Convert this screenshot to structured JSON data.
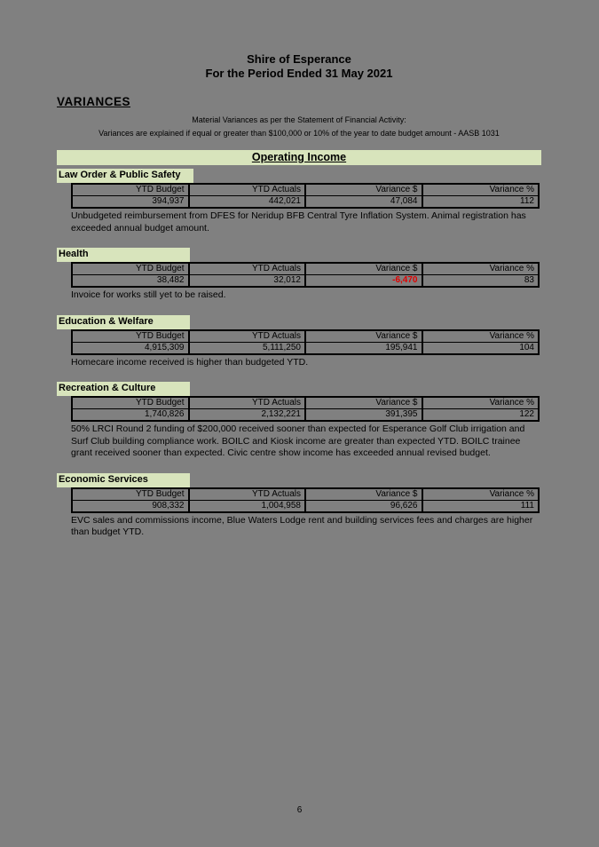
{
  "document": {
    "title": "Shire of Esperance",
    "period": "For the Period Ended 31 May 2021",
    "heading": "VARIANCES",
    "note_line1": "Material Variances as per the Statement of Financial Activity:",
    "note_line2": "Variances are explained if equal or greater than $100,000 or 10% of the year to date budget amount - AASB 1031",
    "banner": "Operating Income",
    "page_number": "6"
  },
  "colors": {
    "page_bg": "#808080",
    "highlight": "#d8e4bc",
    "negative": "#e00000"
  },
  "table_headers": [
    "YTD Budget",
    "YTD Actuals",
    "Variance $",
    "Variance %"
  ],
  "sections": [
    {
      "name": "Law Order & Public Safety",
      "ytd_budget": "394,937",
      "ytd_actuals": "442,021",
      "variance_amount": "47,084",
      "variance_percent": "112",
      "note": "Unbudgeted reimbursement from DFES for Neridup BFB Central Tyre Inflation System. Animal registration has exceeded annual budget amount."
    },
    {
      "name": "Health",
      "ytd_budget": "38,482",
      "ytd_actuals": "32,012",
      "variance_amount": "-6,470",
      "variance_percent": "83",
      "note": "Invoice for works still yet to be raised."
    },
    {
      "name": "Education & Welfare",
      "ytd_budget": "4,915,309",
      "ytd_actuals": "5,111,250",
      "variance_amount": "195,941",
      "variance_percent": "104",
      "note": "Homecare income received is higher than budgeted YTD."
    },
    {
      "name": "Recreation & Culture",
      "ytd_budget": "1,740,826",
      "ytd_actuals": "2,132,221",
      "variance_amount": "391,395",
      "variance_percent": "122",
      "note": "50% LRCI Round 2 funding of $200,000 received sooner than expected for Esperance Golf Club irrigation and Surf Club building compliance work. BOILC and Kiosk income are greater than expected YTD. BOILC trainee grant received sooner than expected. Civic centre show income has exceeded annual revised budget."
    },
    {
      "name": "Economic Services",
      "ytd_budget": "908,332",
      "ytd_actuals": "1,004,958",
      "variance_amount": "96,626",
      "variance_percent": "111",
      "note": "EVC sales and commissions income, Blue Waters Lodge rent and building services fees and charges are higher than budget YTD."
    }
  ]
}
